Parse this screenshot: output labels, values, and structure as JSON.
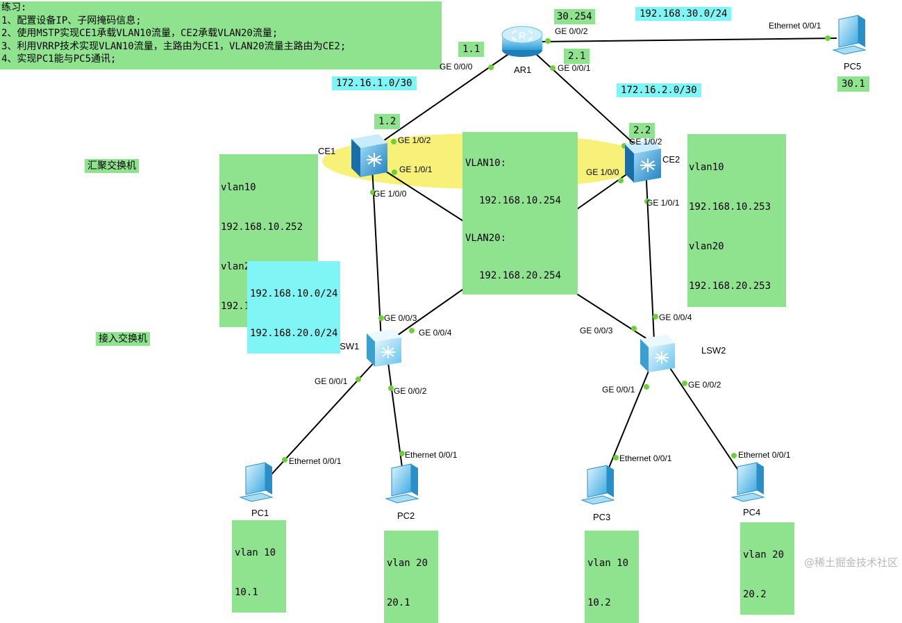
{
  "task": {
    "lines": [
      "练习:",
      "1、配置设备IP、子网掩码信息;",
      "2、使用MSTP实现CE1承载VLAN10流量，CE2承载VLAN20流量;",
      "3、利用VRRP技术实现VLAN10流量，主路由为CE1，VLAN20流量主路由为CE2;",
      "4、实现PC1能与PC5通讯;"
    ]
  },
  "devices": {
    "ar1": "AR1",
    "ce1": "CE1",
    "ce2": "CE2",
    "lsw1": "LSW1",
    "lsw2": "LSW2",
    "pc1": "PC1",
    "pc2": "PC2",
    "pc3": "PC3",
    "pc4": "PC4",
    "pc5": "PC5"
  },
  "ports": {
    "ar1_g000": "GE 0/0/0",
    "ar1_g001": "GE 0/0/1",
    "ar1_g002": "GE 0/0/2",
    "pc5_eth": "Ethernet 0/0/1",
    "ce1_g102": "GE 1/0/2",
    "ce1_g101": "GE 1/0/1",
    "ce1_g100": "GE 1/0/0",
    "ce2_g102": "GE 1/0/2",
    "ce2_g100": "GE 1/0/0",
    "ce2_g101": "GE 1/0/1",
    "lsw1_g003": "GE 0/0/3",
    "lsw1_g004": "GE 0/0/4",
    "lsw1_g001": "GE 0/0/1",
    "lsw1_g002": "GE 0/0/2",
    "lsw2_g003": "GE 0/0/3",
    "lsw2_g004": "GE 0/0/4",
    "lsw2_g001": "GE 0/0/1",
    "lsw2_g002": "GE 0/0/2",
    "pc1_eth": "Ethernet 0/0/1",
    "pc2_eth": "Ethernet 0/0/1",
    "pc3_eth": "Ethernet 0/0/1",
    "pc4_eth": "Ethernet 0/0/1"
  },
  "notes": {
    "ar1_30": "30.254",
    "net30": "192.168.30.0/24",
    "ar1_1": "1.1",
    "ar1_2": "2.1",
    "net1": "172.16.1.0/30",
    "net2": "172.16.2.0/30",
    "pc5_ip": "30.1",
    "ce1_1": "1.2",
    "ce2_2": "2.2",
    "vip_vlan10_label": "VLAN10:",
    "vip_vlan10": "192.168.10.254",
    "vip_vlan20_label": "VLAN20:",
    "vip_vlan20": "192.168.20.254",
    "ce1_vlan10": "vlan10",
    "ce1_ip10": "192.168.10.252",
    "ce1_vlan20": "vlan20",
    "ce1_ip20": "192.168.20.252",
    "ce2_vlan10": "vlan10",
    "ce2_ip10": "192.168.10.253",
    "ce2_vlan20": "vlan20",
    "ce2_ip20": "192.168.20.253",
    "agg_layer": "汇聚交换机",
    "access_layer": "接入交换机",
    "lan10": "192.168.10.0/24",
    "lan20": "192.168.20.0/24",
    "pc1_vlan": "vlan 10",
    "pc1_ip": "10.1",
    "pc2_vlan": "vlan 20",
    "pc2_ip": "20.1",
    "pc3_vlan": "vlan 10",
    "pc3_ip": "10.2",
    "pc4_vlan": "vlan 20",
    "pc4_ip": "20.2"
  },
  "watermark": "@稀土掘金技术社区",
  "colors": {
    "note_green": "#8fe38f",
    "note_cyan": "#7ff5f5",
    "vrrp_ellipse": "#f7f17a",
    "link": "#000000",
    "port_dot": "#6fd03a",
    "device_blue": "#2f9ed8"
  }
}
